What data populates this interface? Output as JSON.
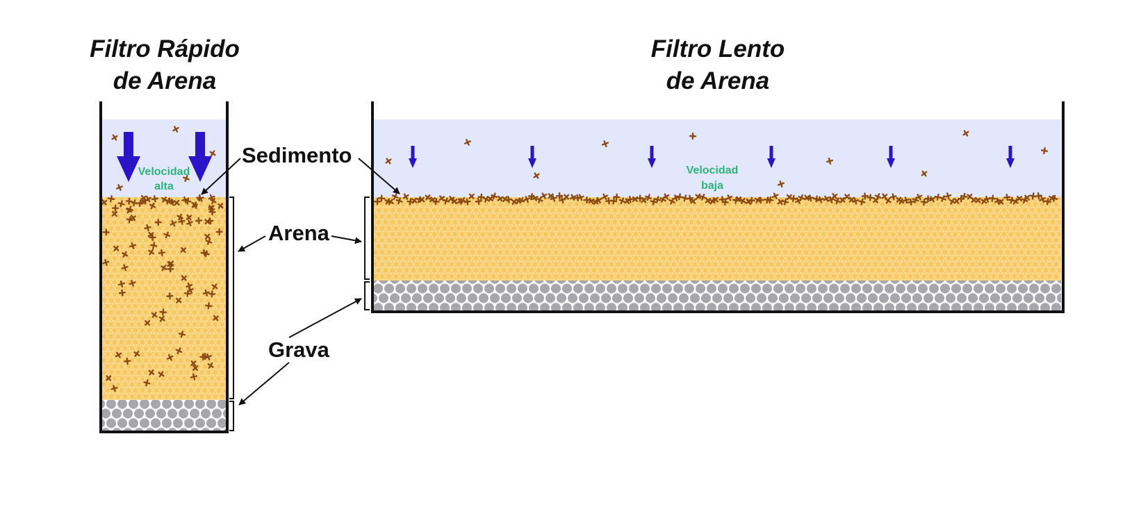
{
  "rapid_filter": {
    "title_line1": "Filtro Rápido",
    "title_line2": "de Arena",
    "speed_line1": "Velocidad",
    "speed_line2": "alta"
  },
  "slow_filter": {
    "title_line1": "Filtro Lento",
    "title_line2": "de Arena",
    "speed_line1": "Velocidad",
    "speed_line2": "baja"
  },
  "labels": {
    "sediment": "Sedimento",
    "sand": "Arena",
    "gravel": "Grava"
  },
  "colors": {
    "water": "#e3e7fb",
    "sand": "#f6c75e",
    "sand_grain_edge": "#fbe1a3",
    "gravel": "#a6a6ab",
    "sediment": "#8a4b12",
    "flow_arrow": "#2a14c8",
    "speed_text": "#2db37a"
  }
}
